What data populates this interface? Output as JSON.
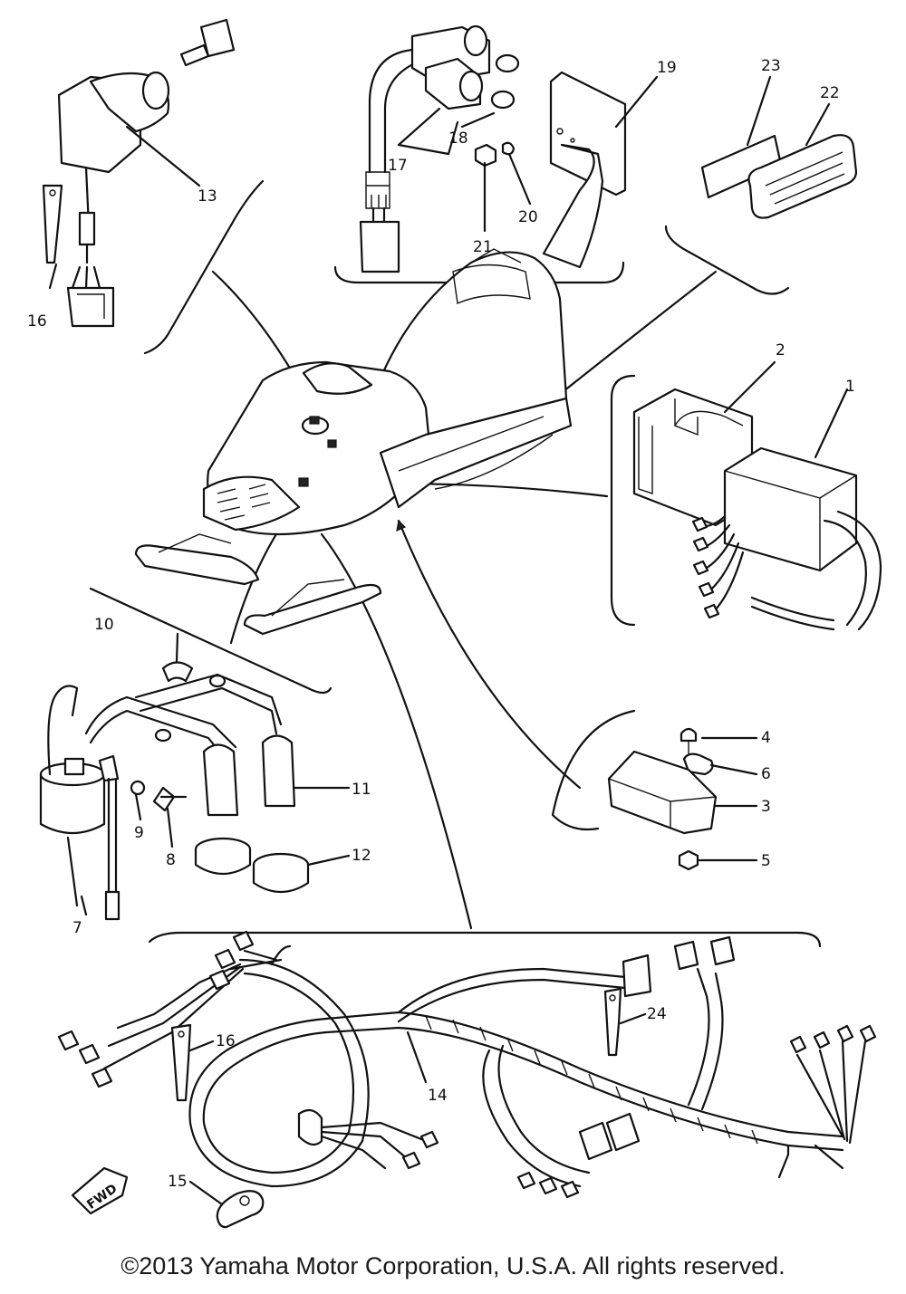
{
  "diagram": {
    "callouts": {
      "p1": "1",
      "p2": "2",
      "p3": "3",
      "p4": "4",
      "p5": "5",
      "p6": "6",
      "p7": "7",
      "p8": "8",
      "p9": "9",
      "p10": "10",
      "p11": "11",
      "p12": "12",
      "p13": "13",
      "p14": "14",
      "p15": "15",
      "p16a": "16",
      "p16b": "16",
      "p17": "17",
      "p18": "18",
      "p19": "19",
      "p20": "20",
      "p21": "21",
      "p22": "22",
      "p23": "23",
      "p24": "24"
    },
    "fwd_stamp": "FWD"
  },
  "footer": {
    "copyright": "©2013 Yamaha Motor Corporation, U.S.A. All rights reserved."
  }
}
